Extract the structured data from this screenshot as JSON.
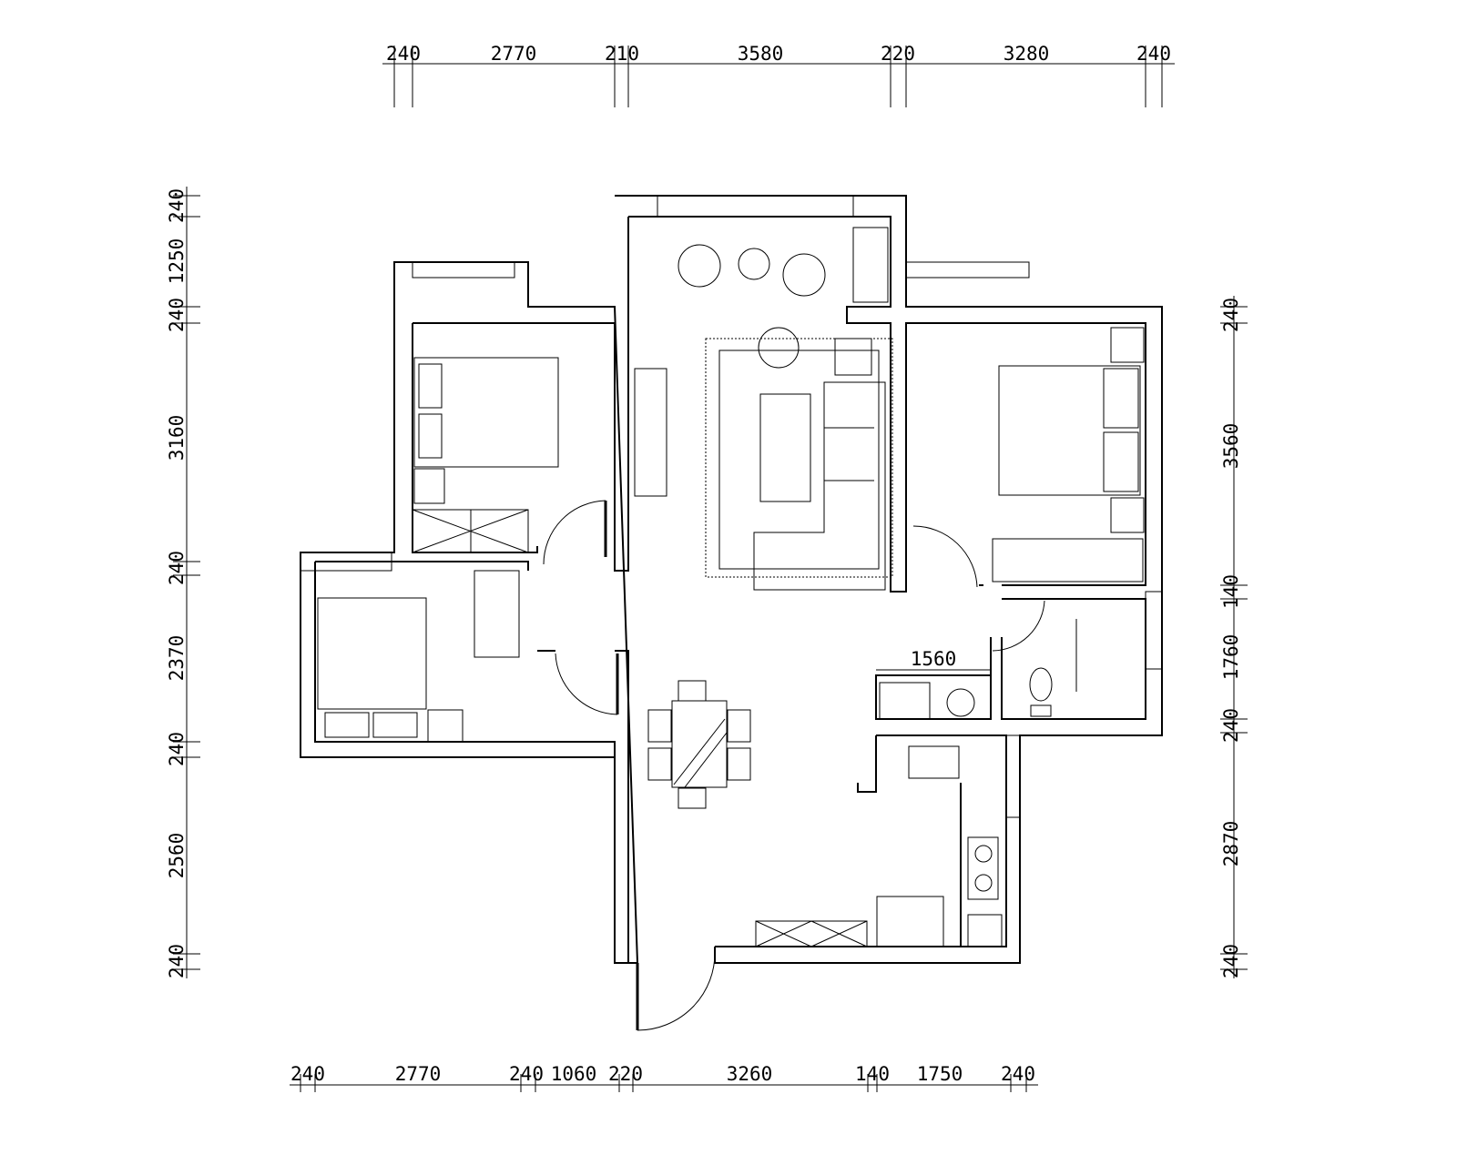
{
  "dimensions": {
    "top": [
      "240",
      "2770",
      "210",
      "3580",
      "220",
      "3280",
      "240"
    ],
    "bottom": [
      "240",
      "2770",
      "240",
      "1060",
      "220",
      "3260",
      "140",
      "1750",
      "240"
    ],
    "left": [
      "240",
      "1250",
      "240",
      "3160",
      "240",
      "2370",
      "240",
      "2560",
      "240"
    ],
    "right": [
      "240",
      "3560",
      "140",
      "1760",
      "240",
      "2870",
      "240"
    ],
    "inner": "1560"
  }
}
